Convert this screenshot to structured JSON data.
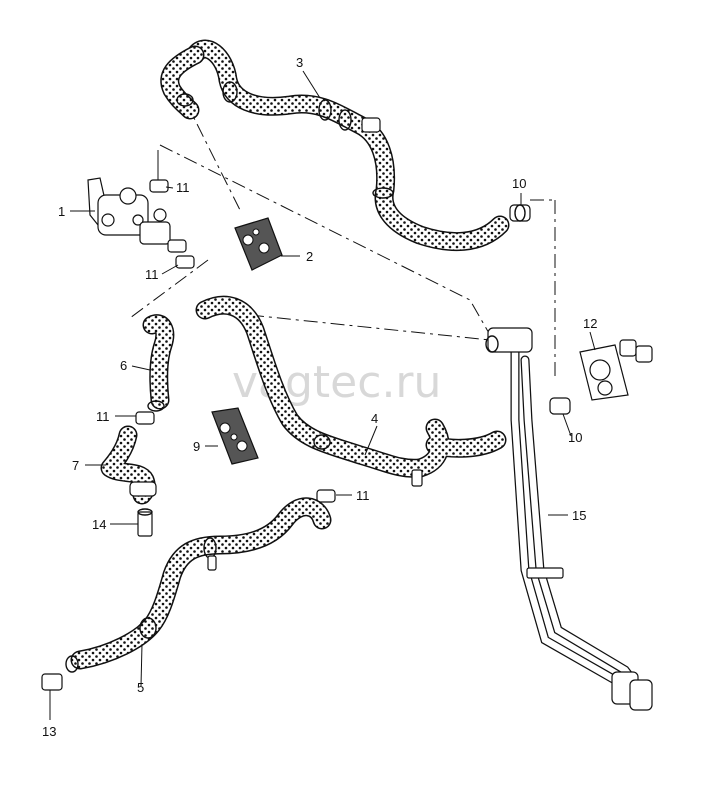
{
  "watermark": "vagtec.ru",
  "callouts": [
    "1",
    "2",
    "3",
    "4",
    "5",
    "6",
    "7",
    "9",
    "10",
    "10",
    "11",
    "11",
    "11",
    "11",
    "12",
    "13",
    "14",
    "15"
  ]
}
